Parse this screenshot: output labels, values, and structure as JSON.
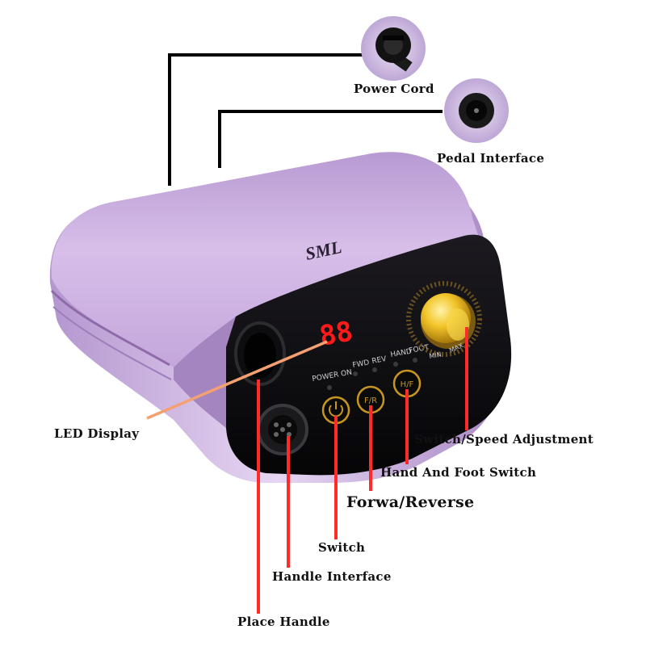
{
  "brand_logo": "SML",
  "led_digits": "88",
  "panel": {
    "power_on": "POWER ON",
    "fwd": "FWD",
    "rev": "REV",
    "hand": "HAND",
    "foot": "FOOT",
    "btn_fr": "F/R",
    "btn_hf": "H/F",
    "knob_min": "MIN",
    "knob_max": "MAX"
  },
  "labels": {
    "power_cord": "Power Cord",
    "pedal_interface": "Pedal Interface",
    "led_display": "LED Display",
    "speed_adjustment": "Switch/Speed Adjustment",
    "hand_foot_switch": "Hand And Foot Switch",
    "forward_reverse": "Forwa/Reverse",
    "switch": "Switch",
    "handle_interface": "Handle Interface",
    "place_handle": "Place Handle"
  },
  "colors": {
    "body": "#c9a8e0",
    "body_dark": "#8e6aa8",
    "panel": "#0b0b0d",
    "led": "#ff1a1a",
    "button_ring": "#c8961e",
    "knob_gold": "#e8b820",
    "pointer_red": "#ff2a2a",
    "pointer_orange": "#f4a070",
    "leader_line": "#000000"
  }
}
